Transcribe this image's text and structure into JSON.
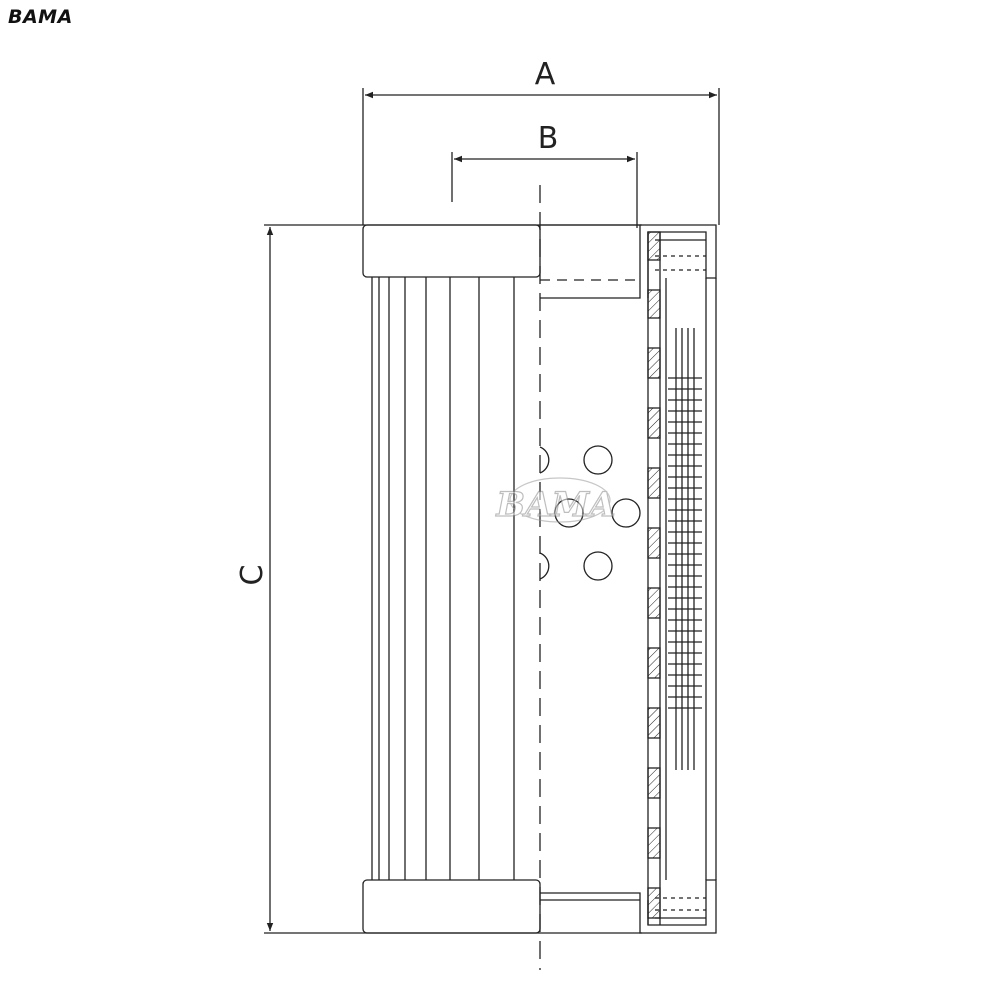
{
  "brand": {
    "logo_text": "BAMA",
    "watermark_text": "BAMA"
  },
  "dimensions": {
    "a_label": "A",
    "b_label": "B",
    "c_label": "C"
  },
  "colors": {
    "line": "#222222",
    "background": "#ffffff",
    "watermark": "#9a9a9a"
  }
}
